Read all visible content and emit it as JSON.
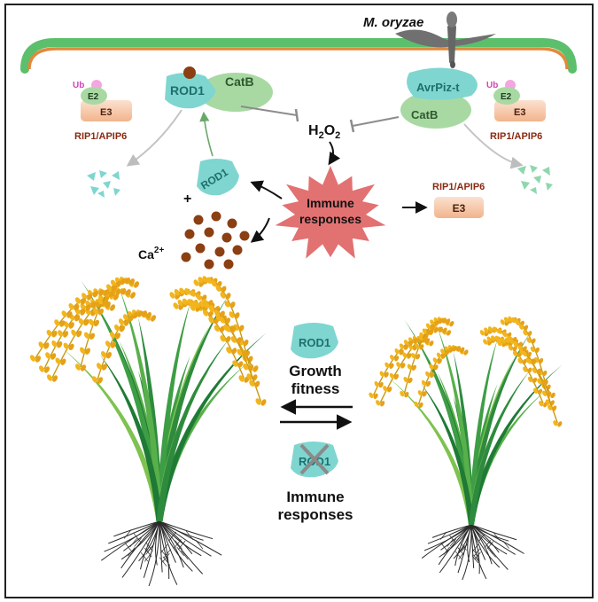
{
  "top": {
    "pathogen_label": "M. oryzae",
    "left_complex": {
      "ub": "Ub",
      "e2": "E2",
      "e3": "E3",
      "name": "RIP1/APIP6"
    },
    "right_complex": {
      "ub": "Ub",
      "e2": "E2",
      "e3": "E3",
      "name": "RIP1/APIP6"
    },
    "rod1_label": "ROD1",
    "catb_label": "CatB",
    "effector_label": "AvrPiz-t",
    "h2o2_main": "H",
    "h2o2_sub1": "2",
    "h2o2_mid": "O",
    "h2o2_sub2": "2",
    "free_rod1_label": "ROD1",
    "plus": "+",
    "calcium_main": "Ca",
    "calcium_sup": "2+",
    "burst_line1": "Immune",
    "burst_line2": "responses",
    "e3_product_name": "RIP1/APIP6",
    "e3_product_label": "E3"
  },
  "bottom": {
    "rod1_label": "ROD1",
    "growth_line1": "Growth",
    "growth_line2": "fitness",
    "rod1_knockout_label": "ROD1",
    "immune_line1": "Immune",
    "immune_line2": "responses"
  },
  "colors": {
    "membrane_green": "#5bbf6b",
    "membrane_orange": "#e08a3c",
    "rod1_teal": "#7fd6d0",
    "catb_green": "#a9d9a3",
    "e3_peach": "#f5c6a5",
    "burst_red": "#e27172",
    "grain_gold": "#f2b51c",
    "calcium_brown": "#8b3f12",
    "ub_pink": "#f4a6e0"
  }
}
